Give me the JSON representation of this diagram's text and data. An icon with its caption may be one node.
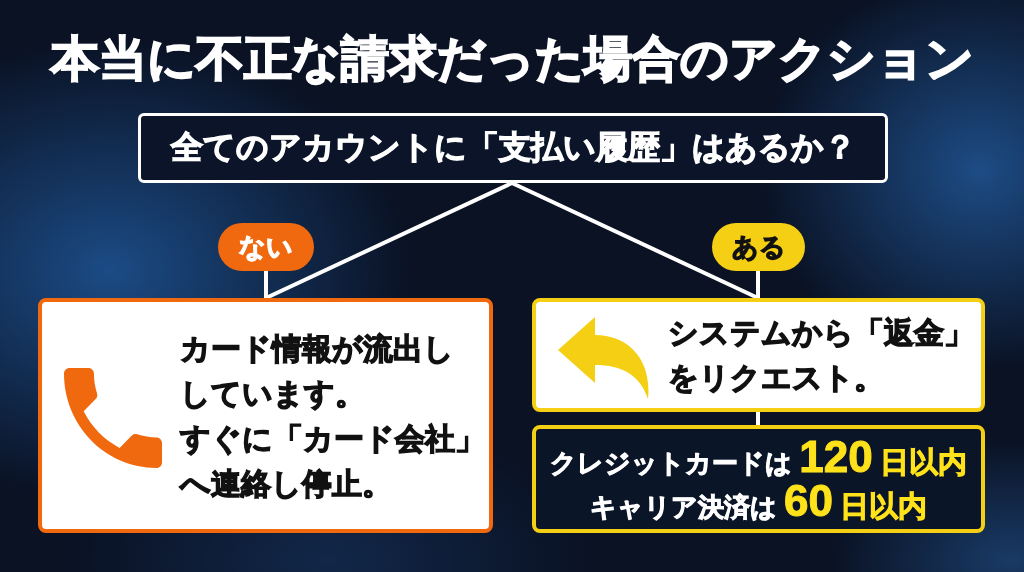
{
  "diagram": {
    "title": "本当に不正な請求だった場合のアクション",
    "nodes": [
      {
        "text": [
          "全てのアカウントに「支払い履歴」はあるか？"
        ]
      },
      {
        "text": [
          "ない"
        ]
      },
      {
        "text": [
          "カード情報が流出ししています。",
          "すぐに「カード会社」へ連絡し停止。"
        ]
      },
      {
        "text": [
          "ある"
        ]
      },
      {
        "text": [
          "システムから「返金」をリクエスト。"
        ]
      },
      {
        "text": [
          "クレジットカードは **120** **日以内**",
          "キャリア決済は **60** **日以内**"
        ]
      }
    ],
    "edges": [
      {
        "from": 0,
        "to": 2,
        "arrow": "none"
      },
      {
        "from": 1,
        "to": 2,
        "arrow": "none"
      },
      {
        "from": 0,
        "to": 4,
        "arrow": "none"
      },
      {
        "from": 3,
        "to": 4,
        "arrow": "none"
      },
      {
        "from": 4,
        "to": 5,
        "arrow": "none"
      }
    ]
  }
}
